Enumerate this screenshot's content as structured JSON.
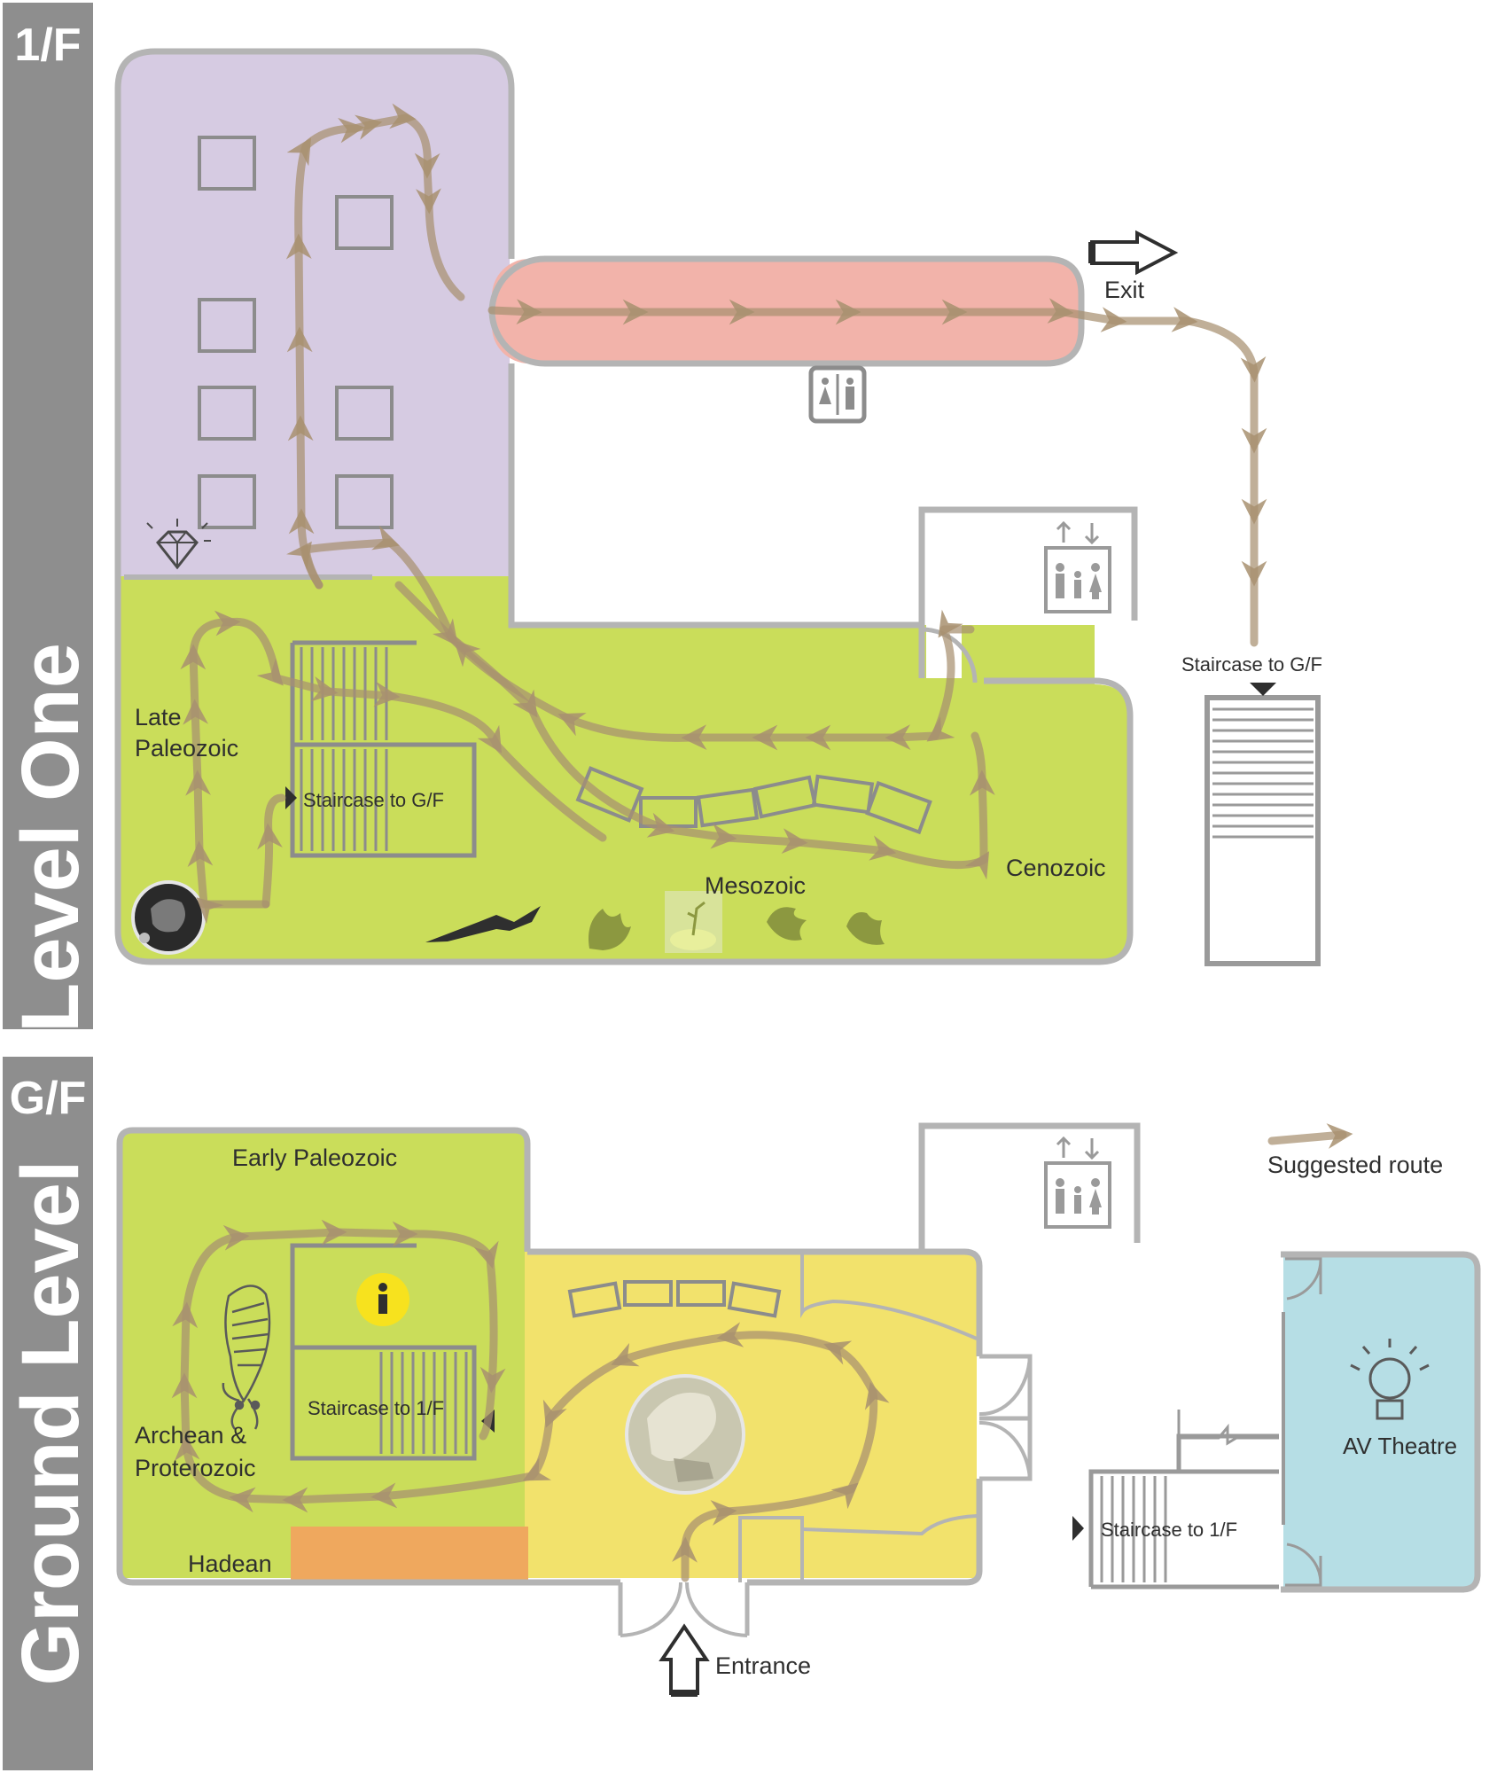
{
  "levels": {
    "first": {
      "tag": "1/F",
      "name": "Level One"
    },
    "ground": {
      "tag": "G/F",
      "name": "Ground Level"
    }
  },
  "zones": {
    "late_paleozoic_line1": "Late",
    "late_paleozoic_line2": "Paleozoic",
    "mesozoic": "Mesozoic",
    "cenozoic": "Cenozoic",
    "early_paleozoic": "Early Paleozoic",
    "archean_line1": "Archean &",
    "archean_line2": "Proterozoic",
    "hadean": "Hadean",
    "av_theatre": "AV Theatre"
  },
  "stairs": {
    "first_inner": "Staircase to G/F",
    "first_outer": "Staircase to G/F",
    "ground_inner": "Staircase to 1/F",
    "ground_outer": "Staircase to 1/F"
  },
  "labels": {
    "exit": "Exit",
    "entrance": "Entrance"
  },
  "legend": {
    "label": "Suggested route"
  },
  "colors": {
    "purple_zone": "#d6cbe2",
    "green_zone": "#cadd5a",
    "pink_corridor": "#f2b3aa",
    "yellow_hall": "#f2e26c",
    "blue_theatre": "#b6dee5",
    "hadean_orange": "#efa85e",
    "sidebar": "#8e8e8e",
    "route": "#a89070",
    "wall": "#b4b4b4"
  },
  "icons": [
    "diamond-icon",
    "fossil-photo-icon",
    "pterosaur-icon",
    "footprint-icon",
    "dinosaur-egg-icon",
    "toilet-icon",
    "lift-icon",
    "info-icon",
    "trilobite-icon",
    "globe-icon",
    "projector-icon",
    "exit-arrow-icon",
    "entrance-arrow-icon"
  ]
}
